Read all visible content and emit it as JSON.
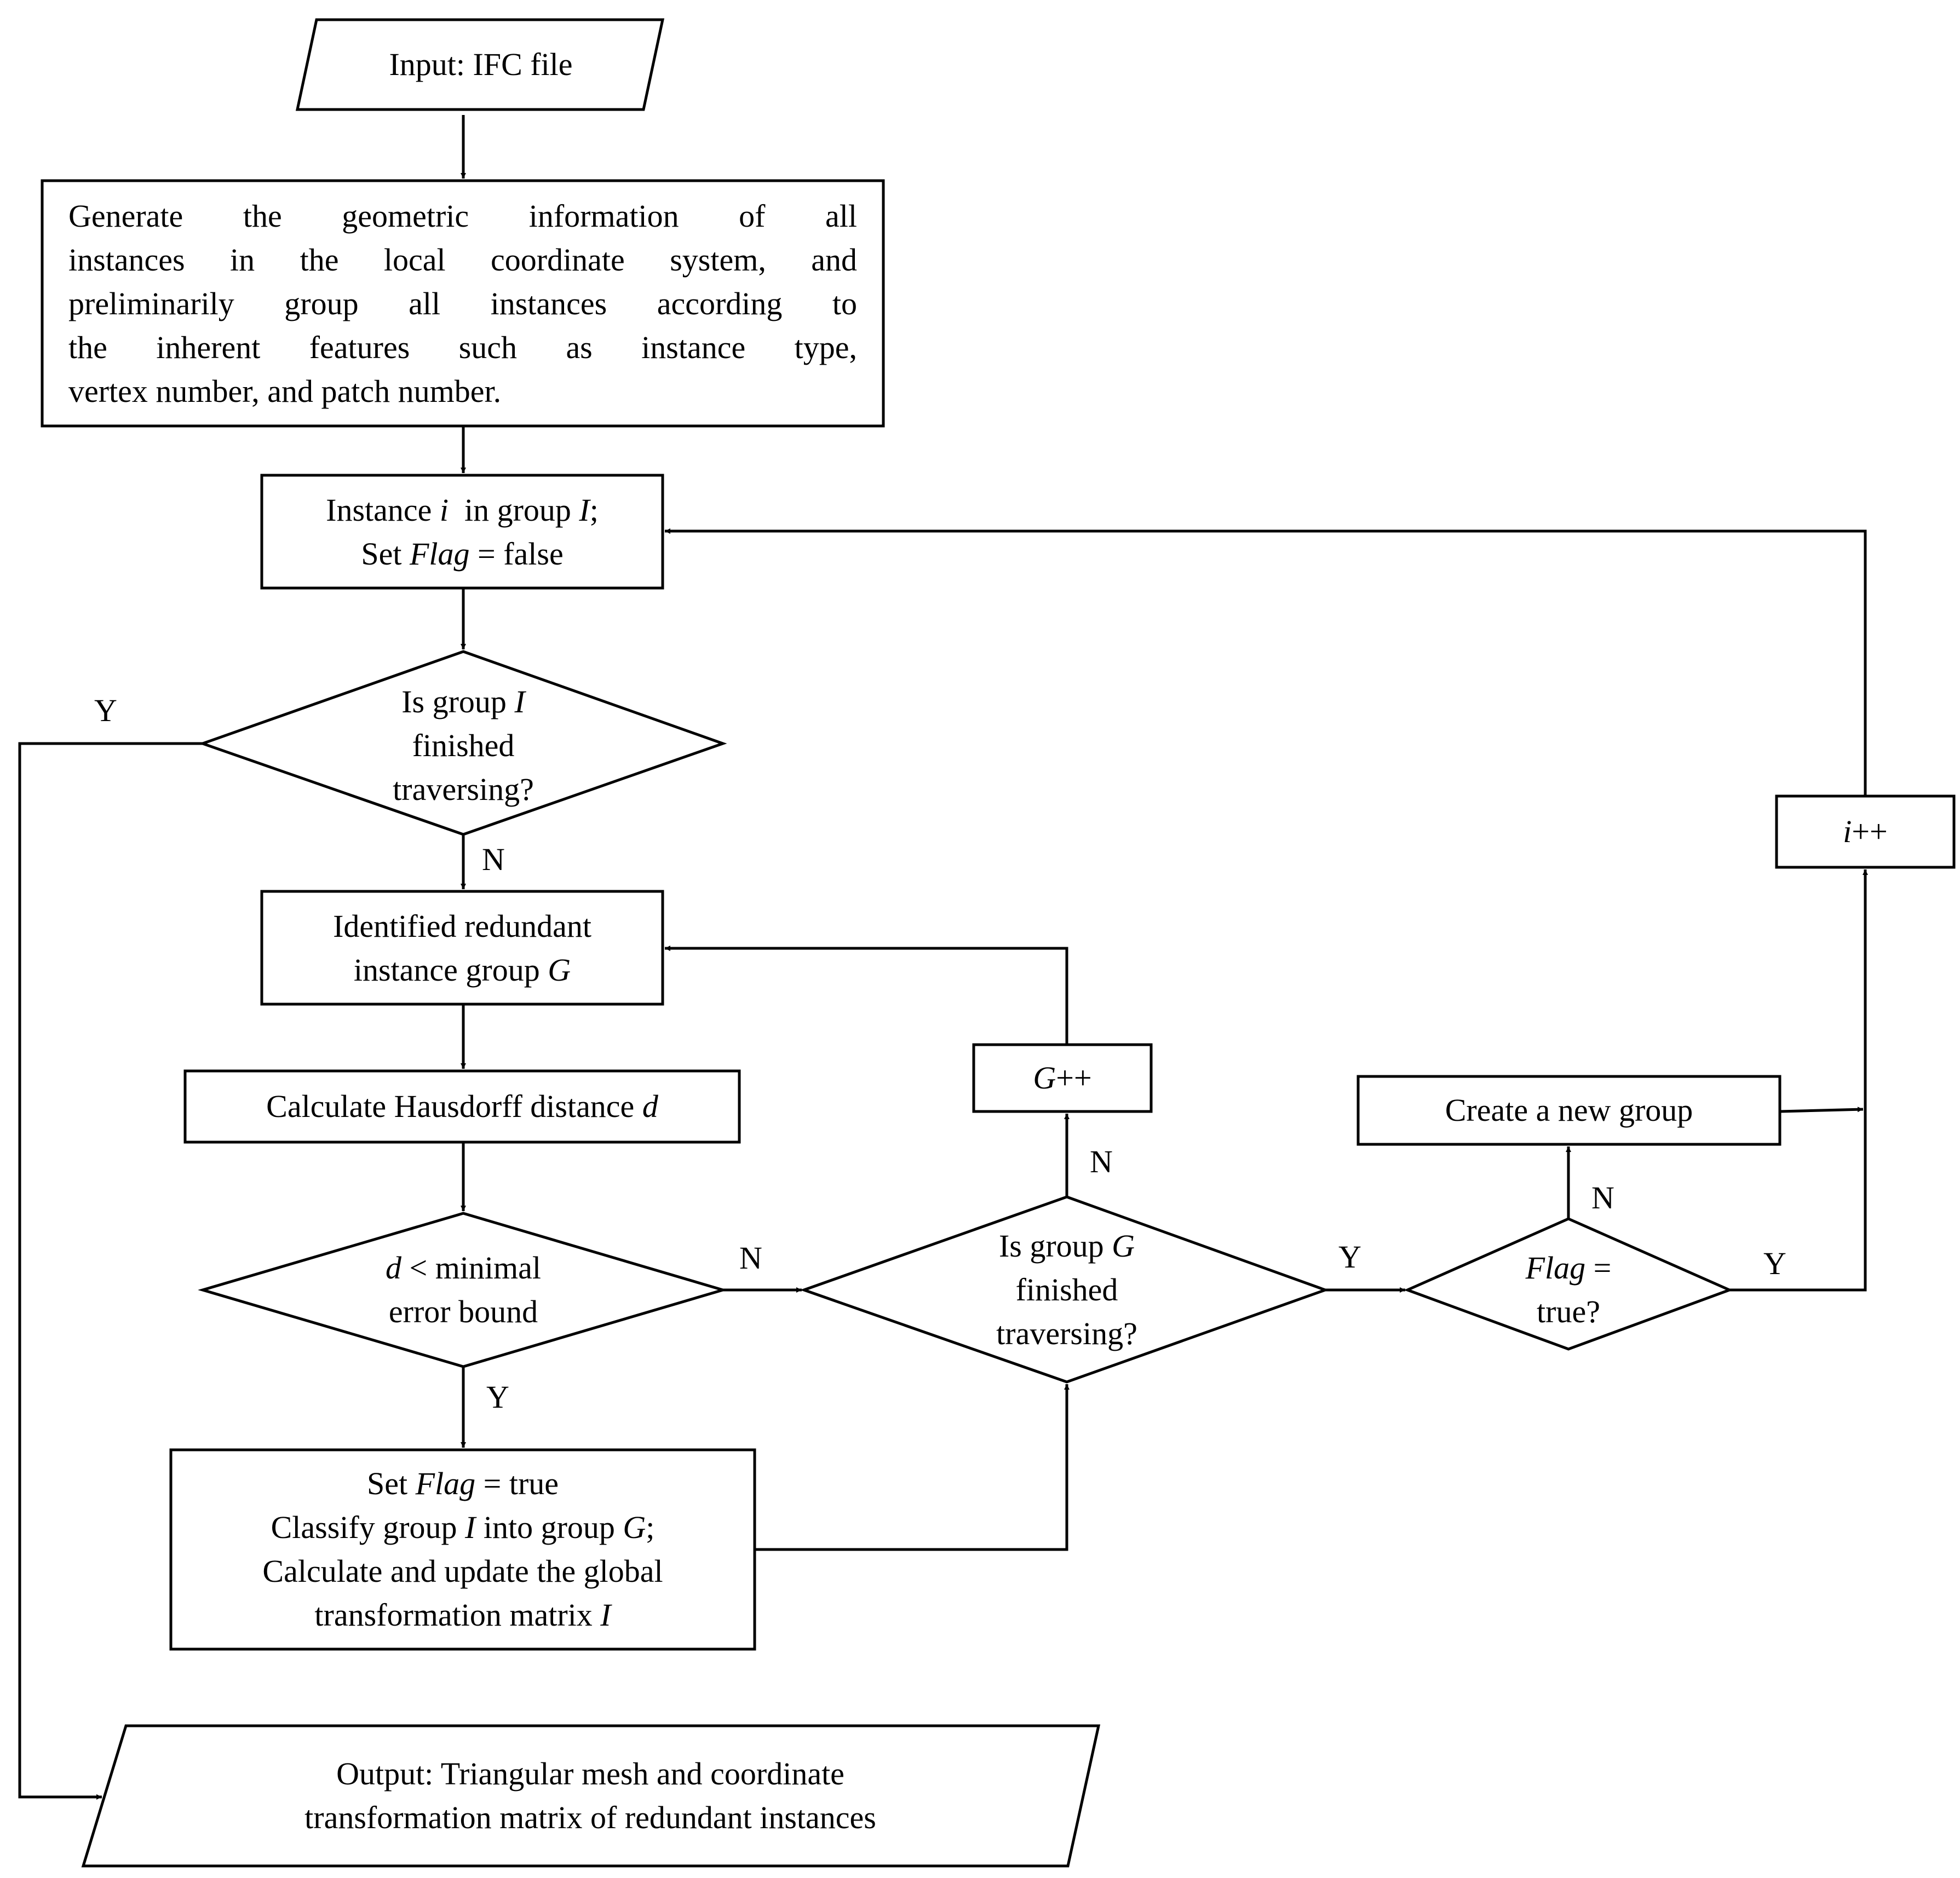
{
  "nodes": {
    "input": {
      "text": "Input: IFC file"
    },
    "generate": {
      "lines": [
        "Generate the geometric information of all",
        "instances in the local coordinate system, and",
        "preliminarily group all instances according to",
        "the inherent features such as instance type,",
        "vertex number, and patch number."
      ]
    },
    "instance": {
      "line1_a": "Instance ",
      "line1_i": "i",
      "line1_b": "  in group ",
      "line1_I": "I",
      "line1_c": ";",
      "line2_a": "Set ",
      "line2_flag": "Flag",
      "line2_b": " = false"
    },
    "is_group_i": {
      "l1_a": "Is group ",
      "l1_I": "I",
      "l2": "finished",
      "l3": "traversing?"
    },
    "identified": {
      "l1": "Identified redundant",
      "l2_a": "instance group ",
      "l2_G": "G"
    },
    "hausdorff": {
      "a": "Calculate Hausdorff distance ",
      "d": "d"
    },
    "d_less": {
      "l1_d": "d",
      "l1_b": " < minimal",
      "l2": "error bound"
    },
    "set_flag": {
      "l1_a": "Set ",
      "l1_flag": "Flag",
      "l1_b": " = true",
      "l2_a": "Classify group ",
      "l2_I": "I",
      "l2_b": " into group ",
      "l2_G": "G",
      "l2_c": ";",
      "l3": "Calculate and update the global",
      "l4_a": "transformation matrix ",
      "l4_I": "I"
    },
    "g_pp": {
      "G": "G",
      "pp": "++"
    },
    "is_group_g": {
      "l1_a": "Is group ",
      "l1_G": "G",
      "l2": "finished",
      "l3": "traversing?"
    },
    "flag_true": {
      "l1_flag": "Flag",
      "l1_b": " =",
      "l2": "true?"
    },
    "create_group": {
      "text": "Create a new group"
    },
    "i_pp": {
      "i": "i",
      "pp": "++"
    },
    "output": {
      "l1": "Output: Triangular mesh and coordinate",
      "l2": "transformation matrix of redundant instances"
    }
  },
  "edge_labels": {
    "y_left": "Y",
    "n_after_is_group_i": "N",
    "y_after_d_less": "Y",
    "n_after_d_less": "N",
    "n_to_g_pp": "N",
    "y_to_flag": "Y",
    "n_to_create": "N",
    "y_to_i_pp": "Y"
  }
}
